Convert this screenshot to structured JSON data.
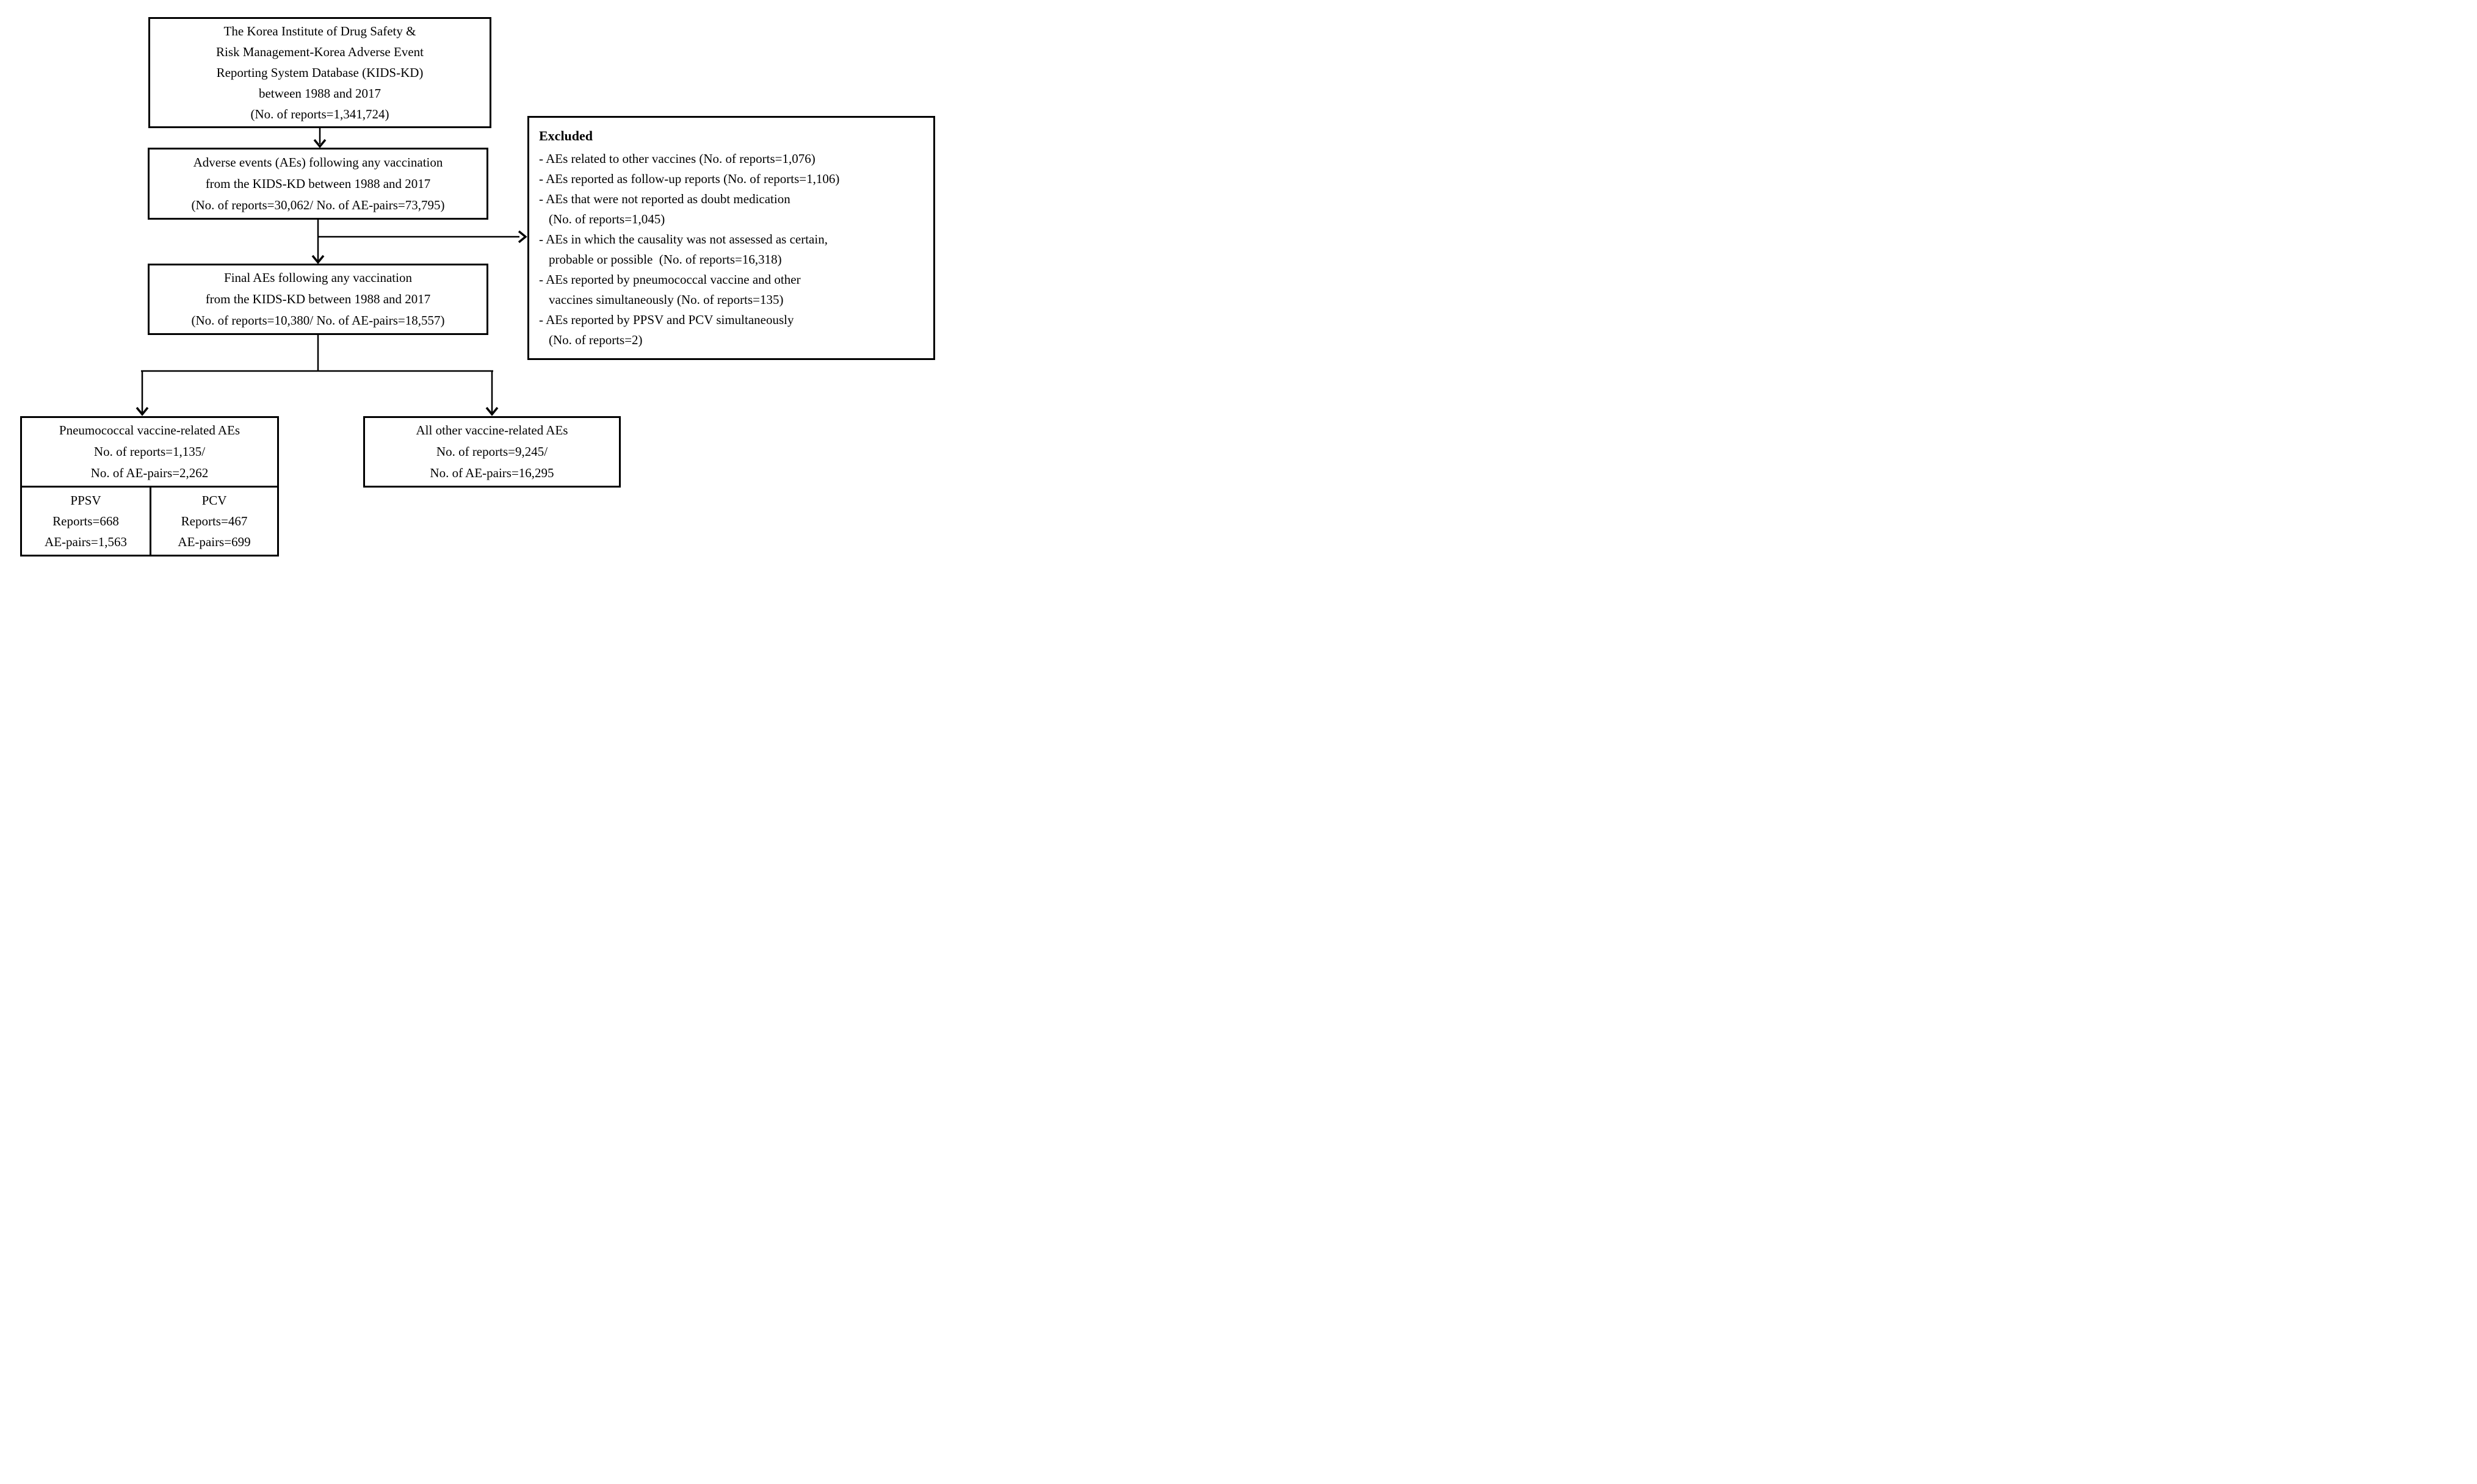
{
  "figure": {
    "colors": {
      "line": "#000000",
      "background": "#ffffff"
    },
    "boxes": {
      "source": {
        "text": "The Korea Institute of Drug Safety &\nRisk Management-Korea Adverse Event\nReporting System Database (KIDS-KD)\nbetween 1988 and 2017\n(No. of reports=1,341,724)"
      },
      "all_aes": {
        "text": "Adverse events (AEs) following any vaccination\nfrom the KIDS-KD between 1988 and 2017\n(No. of reports=30,062/ No. of AE-pairs=73,795)"
      },
      "final_aes": {
        "text": "Final AEs following any vaccination\nfrom the KIDS-KD between 1988 and 2017\n(No. of reports=10,380/ No. of AE-pairs=18,557)"
      },
      "pneumococcal": {
        "text": "Pneumococcal vaccine-related AEs\nNo. of reports=1,135/\nNo. of AE-pairs=2,262"
      },
      "ppsv": {
        "text": "PPSV\nReports=668\nAE-pairs=1,563"
      },
      "pcv": {
        "text": "PCV\nReports=467\nAE-pairs=699"
      },
      "other_vaccines": {
        "text": "All other vaccine-related AEs\nNo. of reports=9,245/\nNo. of AE-pairs=16,295"
      }
    },
    "excluded": {
      "title": "Excluded",
      "items": [
        "- AEs related to other vaccines (No. of reports=1,076)",
        "- AEs reported as follow-up reports (No. of reports=1,106)",
        "- AEs that were not reported as doubt medication\n(No. of reports=1,045)",
        "- AEs in which the causality was not assessed as certain,\nprobable or possible  (No. of reports=16,318)",
        "- AEs reported by pneumococcal vaccine and other\nvaccines simultaneously (No. of reports=135)",
        "- AEs reported by PPSV and PCV simultaneously\n(No. of reports=2)"
      ]
    }
  }
}
